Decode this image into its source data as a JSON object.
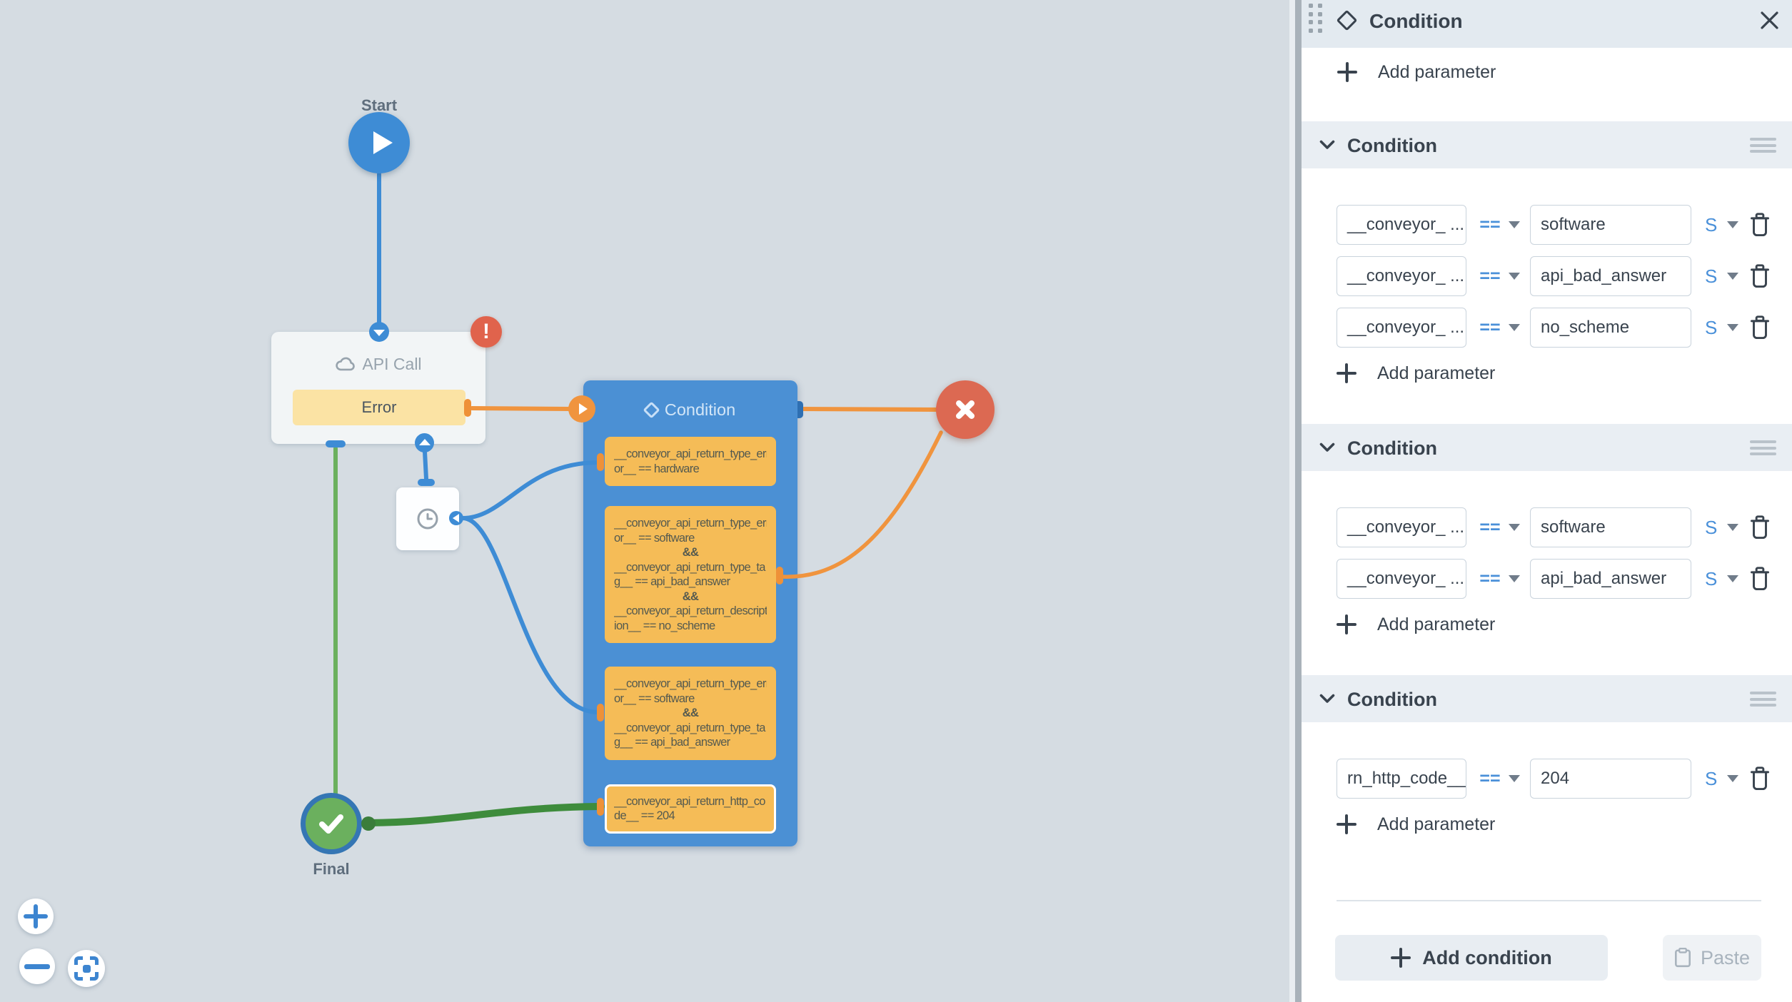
{
  "canvas": {
    "nodes": {
      "start": {
        "label": "Start"
      },
      "api_call": {
        "title": "API Call",
        "error_label": "Error"
      },
      "timer": {},
      "condition": {
        "title": "Condition",
        "branches": [
          {
            "lines": [
              "__conveyor_api_return_type_err",
              "or__ == hardware"
            ],
            "selected": false
          },
          {
            "lines": [
              "__conveyor_api_return_type_err",
              "or__ == software",
              "&&",
              "__conveyor_api_return_type_ta",
              "g__ == api_bad_answer",
              "&&",
              "__conveyor_api_return_descript",
              "ion__ == no_scheme"
            ],
            "selected": false
          },
          {
            "lines": [
              "__conveyor_api_return_type_err",
              "or__ == software",
              "&&",
              "__conveyor_api_return_type_ta",
              "g__ == api_bad_answer"
            ],
            "selected": false
          },
          {
            "lines": [
              "__conveyor_api_return_http_co",
              "de__ == 204"
            ],
            "selected": true
          }
        ]
      },
      "final": {
        "label": "Final"
      }
    }
  },
  "panel": {
    "title": "Condition",
    "add_parameter_label": "Add parameter",
    "sections": [
      {
        "title": "Condition",
        "add_parameter_label": "Add parameter",
        "params": [
          {
            "param": "__conveyor_ ...",
            "op": "==",
            "value": "software",
            "type": "S"
          },
          {
            "param": "__conveyor_ ...",
            "op": "==",
            "value": "api_bad_answer",
            "type": "S"
          },
          {
            "param": "__conveyor_ ...",
            "op": "==",
            "value": "no_scheme",
            "type": "S"
          }
        ]
      },
      {
        "title": "Condition",
        "add_parameter_label": "Add parameter",
        "params": [
          {
            "param": "__conveyor_ ...",
            "op": "==",
            "value": "software",
            "type": "S"
          },
          {
            "param": "__conveyor_ ...",
            "op": "==",
            "value": "api_bad_answer",
            "type": "S"
          }
        ]
      },
      {
        "title": "Condition",
        "add_parameter_label": "Add parameter",
        "params": [
          {
            "param": "rn_http_code__",
            "op": "==",
            "value": "204",
            "type": "S"
          }
        ]
      }
    ],
    "buttons": {
      "add_condition": "Add condition",
      "paste": "Paste"
    }
  }
}
